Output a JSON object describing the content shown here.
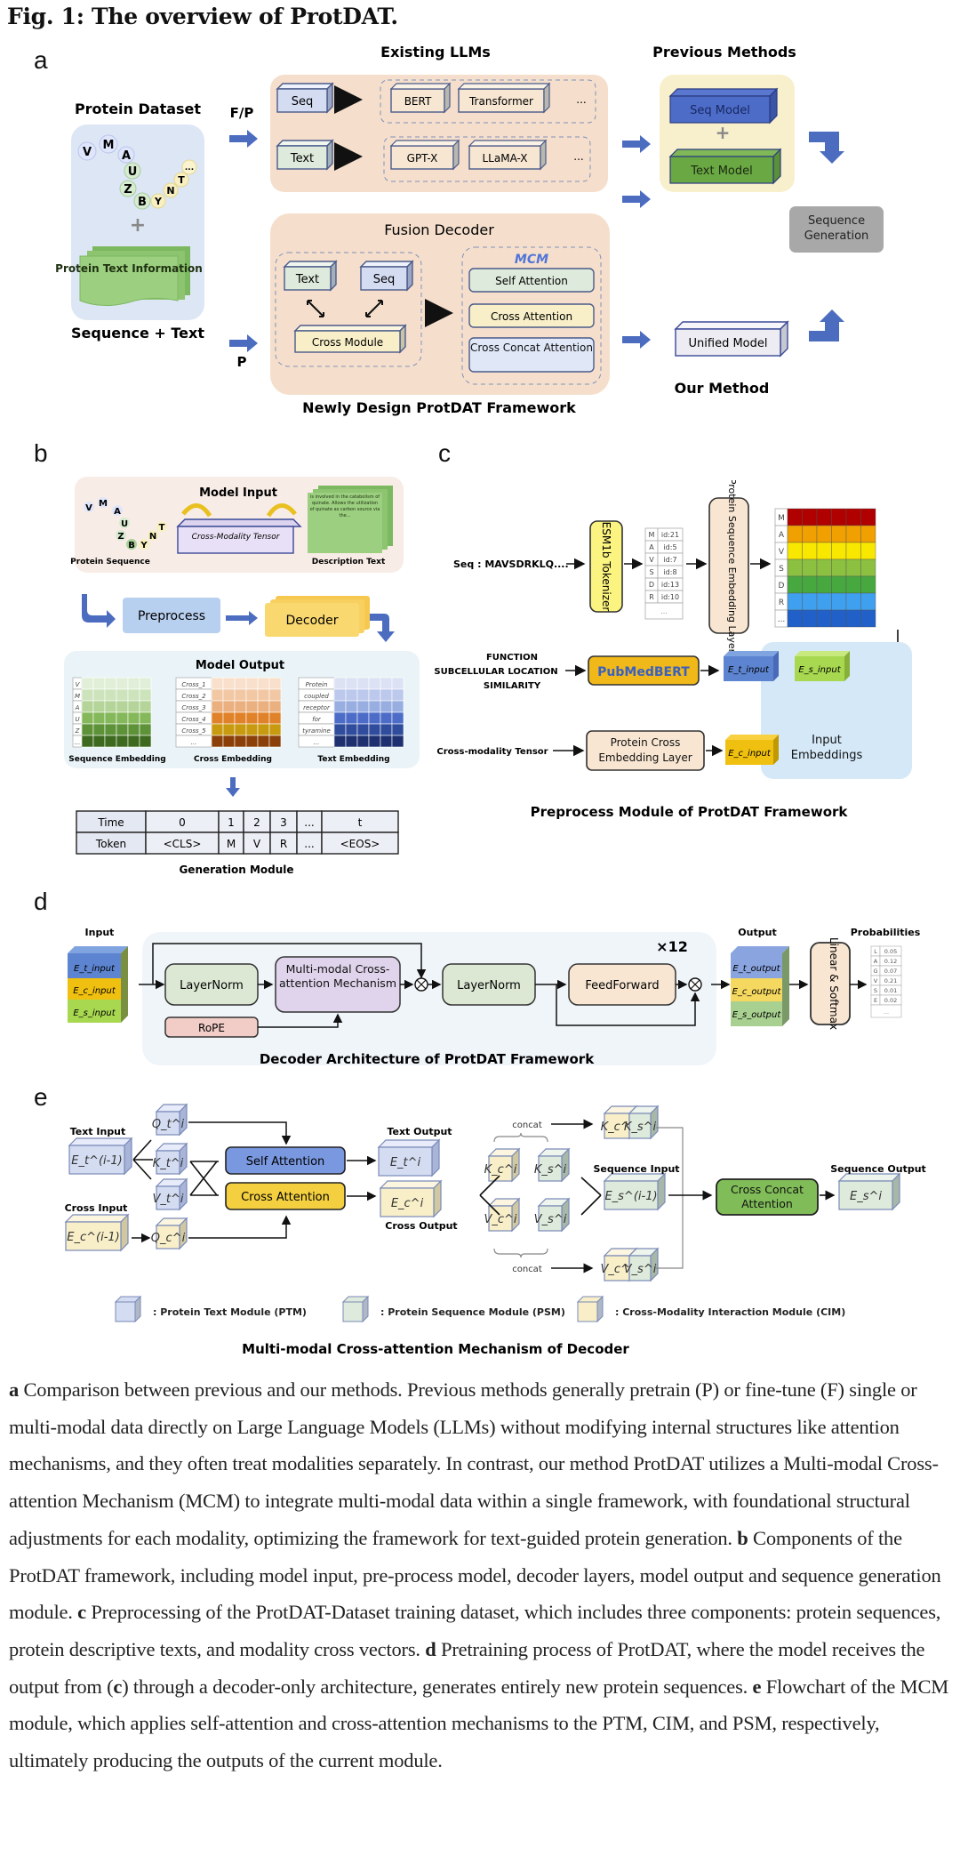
{
  "figure": {
    "title": "Fig. 1: The overview of ProtDAT.",
    "panels": [
      "a",
      "b",
      "c",
      "d",
      "e"
    ]
  },
  "panel_a": {
    "protein_dataset_label": "Protein Dataset",
    "seq_letters": [
      "V",
      "M",
      "A",
      "U",
      "Z",
      "B",
      "Y",
      "N",
      "T",
      "..."
    ],
    "text_info_label": "Protein Text Information",
    "sequence_text_label": "Sequence + Text",
    "arrow_fp": "F/P",
    "arrow_p": "P",
    "existing_llms_title": "Existing LLMs",
    "seq_box": "Seq",
    "text_box": "Text",
    "llm_row1": [
      "BERT",
      "Transformer",
      "..."
    ],
    "llm_row2": [
      "GPT-X",
      "LLaMA-X",
      "..."
    ],
    "fusion_decoder_title": "Fusion Decoder",
    "fusion_text": "Text",
    "fusion_seq": "Seq",
    "cross_module": "Cross Module",
    "mcm_label": "MCM",
    "mcm_items": [
      "Self Attention",
      "Cross Attention",
      "Cross Concat Attention"
    ],
    "framework_caption": "Newly Design ProtDAT Framework",
    "previous_methods_title": "Previous Methods",
    "seq_model": "Seq Model",
    "text_model": "Text Model",
    "sequence_generation": "Sequence Generation",
    "unified_model": "Unified Model",
    "our_method": "Our Method"
  },
  "panel_b": {
    "model_input_title": "Model Input",
    "protein_sequence_label": "Protein Sequence",
    "cross_modality_tensor": "Cross-Modality Tensor",
    "description_text_label": "Description Text",
    "description_snippet": "is involved in the catabolism of quinate. Allows the utilization of quinate as carbon source via the...",
    "preprocess": "Preprocess",
    "decoder": "Decoder",
    "model_output_title": "Model Output",
    "seq_embedding_rows": [
      "V",
      "M",
      "A",
      "U",
      "Z",
      "..."
    ],
    "cross_embedding_rows": [
      "Cross_1",
      "Cross_2",
      "Cross_3",
      "Cross_4",
      "Cross_5",
      "..."
    ],
    "text_embedding_rows": [
      "Protein",
      "coupled",
      "receptor",
      "for",
      "tyramine",
      "..."
    ],
    "seq_embedding_label": "Sequence Embedding",
    "cross_embedding_label": "Cross Embedding",
    "text_embedding_label": "Text Embedding",
    "generation_table": {
      "time_header": "Time",
      "token_header": "Token",
      "time": [
        "0",
        "1",
        "2",
        "3",
        "...",
        "t"
      ],
      "token": [
        "<CLS>",
        "M",
        "V",
        "R",
        "...",
        "<EOS>"
      ]
    },
    "generation_module_label": "Generation Module"
  },
  "panel_c": {
    "seq_input": "Seq : MAVSDRKLQ....",
    "tokenizer": "ESM1b Tokenizer",
    "token_ids": [
      {
        "aa": "M",
        "id": "id:21"
      },
      {
        "aa": "A",
        "id": "id:5"
      },
      {
        "aa": "V",
        "id": "id:7"
      },
      {
        "aa": "S",
        "id": "id:8"
      },
      {
        "aa": "D",
        "id": "id:13"
      },
      {
        "aa": "R",
        "id": "id:10"
      },
      {
        "aa": "",
        "id": "..."
      }
    ],
    "embedding_layer": "Protein Sequence Embedding Layer",
    "heatmap_rows": [
      "M",
      "A",
      "V",
      "S",
      "D",
      "R",
      "..."
    ],
    "heatmap_colors": [
      "#b00000",
      "#f0a000",
      "#f8e800",
      "#8cc040",
      "#48a840",
      "#40a0f0",
      "#2060c8"
    ],
    "text_inputs": [
      "FUNCTION",
      "SUBCELLULAR LOCATION",
      "SIMILARITY"
    ],
    "pubmedbert": "PubMedBERT",
    "cross_tensor_input": "Cross-modality Tensor",
    "cross_embedding_layer": "Protein Cross Embedding Layer",
    "e_t_input": "E_t_input",
    "e_s_input": "E_s_input",
    "e_c_input": "E_c_input",
    "input_embeddings": "Input Embeddings",
    "caption": "Preprocess Module of ProtDAT Framework"
  },
  "panel_d": {
    "input_label": "Input",
    "inputs": [
      "E_t_input",
      "E_c_input",
      "E_s_input"
    ],
    "layernorm1": "LayerNorm",
    "mcm": "Multi-modal Cross-attention Mechanism",
    "rope": "RoPE",
    "layernorm2": "LayerNorm",
    "feedforward": "FeedForward",
    "repeat": "×12",
    "output_label": "Output",
    "outputs": [
      "E_t_output",
      "E_c_output",
      "E_s_output"
    ],
    "linear_softmax": "Linear & Softmax",
    "probabilities_label": "Probabilities",
    "probabilities": [
      {
        "aa": "L",
        "p": "0.05"
      },
      {
        "aa": "A",
        "p": "0.12"
      },
      {
        "aa": "G",
        "p": "0.07"
      },
      {
        "aa": "V",
        "p": "0.21"
      },
      {
        "aa": "S",
        "p": "0.01"
      },
      {
        "aa": "E",
        "p": "0.02"
      },
      {
        "aa": "",
        "p": "..."
      }
    ],
    "caption": "Decoder Architecture of ProtDAT Framework"
  },
  "panel_e": {
    "text_input_label": "Text Input",
    "text_input": "E_t^(i-1)",
    "cross_input_label": "Cross Input",
    "cross_input": "E_c^(i-1)",
    "q_t": "Q_t^i",
    "k_t": "K_t^i",
    "v_t": "V_t^i",
    "q_c": "Q_c^i",
    "self_attention": "Self Attention",
    "cross_attention": "Cross Attention",
    "text_output_label": "Text Output",
    "text_output": "E_t^i",
    "cross_output_label": "Cross Output",
    "cross_output": "E_c^i",
    "k_c": "K_c^i",
    "k_s": "K_s^i",
    "v_c": "V_c^i",
    "v_s": "V_s^i",
    "concat": "concat",
    "sequence_input_label": "Sequence Input",
    "sequence_input": "E_s^(i-1)",
    "cross_concat_attention": "Cross Concat Attention",
    "sequence_output_label": "Sequence Output",
    "sequence_output": "E_s^i",
    "legend": [
      {
        "label": ": Protein Text Module (PTM)",
        "color": "#d4dcf2"
      },
      {
        "label": ": Protein Sequence Module (PSM)",
        "color": "#deeadb"
      },
      {
        "label": ": Cross-Modality Interaction Module (CIM)",
        "color": "#f8efc8"
      }
    ],
    "caption": "Multi-modal Cross-attention Mechanism of Decoder"
  },
  "caption": {
    "a_label": "a",
    "a_text": " Comparison between previous and our methods. Previous methods generally pretrain (P) or fine-tune (F) single or multi-modal data directly on Large Language Models (LLMs) without modifying internal structures like attention mechanisms, and they often treat modalities separately. In contrast, our method ProtDAT utilizes a Multi-modal Cross-attention Mechanism (MCM) to integrate multi-modal data within a single framework, with foundational structural adjustments for each modality, optimizing the framework for text-guided protein generation. ",
    "b_label": "b",
    "b_text": " Components of the ProtDAT framework, including model input, pre-process model, decoder layers, model output and sequence generation module. ",
    "c_label": "c",
    "c_text": " Preprocessing of the ProtDAT-Dataset training dataset, which includes three components: protein sequences, protein descriptive texts, and modality cross vectors. ",
    "d_label": "d",
    "d_text1": " Pretraining process of ProtDAT, where the model receives the output from (",
    "d_ref": "c",
    "d_text2": ") through a decoder-only architecture, generates entirely new protein sequences. ",
    "e_label": "e",
    "e_text": " Flowchart of the MCM module, which applies self-attention and cross-attention mechanisms to the PTM, CIM, and PSM, respectively, ultimately producing the outputs of the current module."
  }
}
